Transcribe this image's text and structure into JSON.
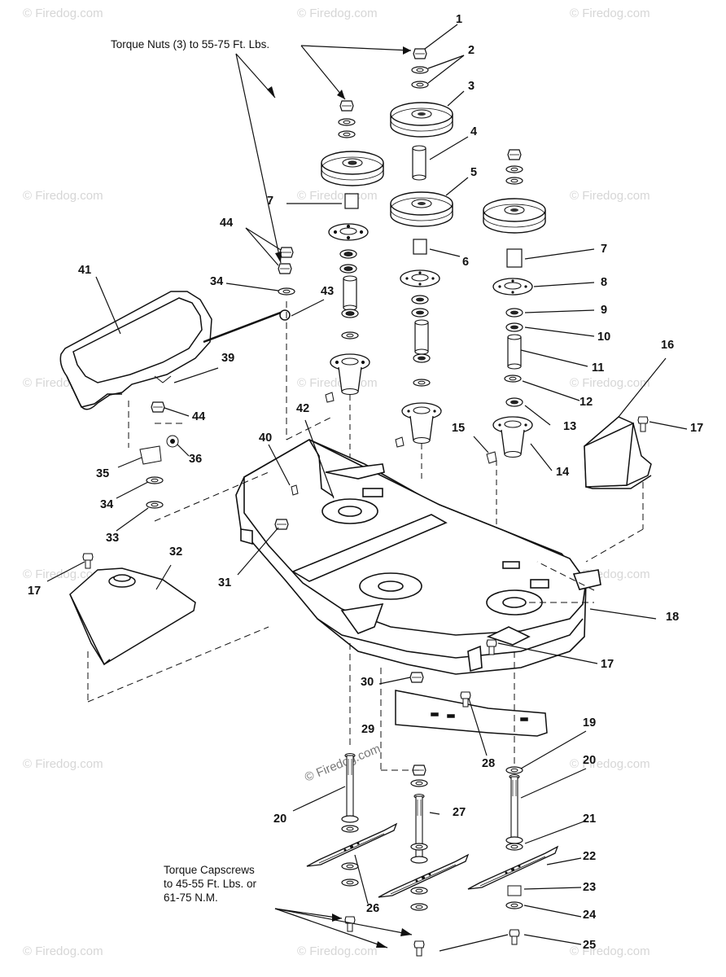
{
  "watermark": "© Firedog.com",
  "notes": {
    "torque_nuts": "Torque Nuts (3) to 55-75 Ft. Lbs.",
    "torque_capscrews": [
      "Torque Capscrews",
      "to 45-55 Ft. Lbs. or",
      "61-75 N.M."
    ]
  },
  "callouts": {
    "c1": "1",
    "c2": "2",
    "c3": "3",
    "c4": "4",
    "c5": "5",
    "c6": "6",
    "c7a": "7",
    "c7b": "7",
    "c8": "8",
    "c9": "9",
    "c10": "10",
    "c11": "11",
    "c12": "12",
    "c13": "13",
    "c14": "14",
    "c15": "15",
    "c16": "16",
    "c17a": "17",
    "c17b": "17",
    "c17c": "17",
    "c18": "18",
    "c19": "19",
    "c20a": "20",
    "c20b": "20",
    "c21": "21",
    "c22": "22",
    "c23": "23",
    "c24": "24",
    "c25": "25",
    "c26": "26",
    "c27": "27",
    "c28": "28",
    "c29": "29",
    "c30": "30",
    "c31": "31",
    "c32": "32",
    "c33": "33",
    "c34a": "34",
    "c34b": "34",
    "c35": "35",
    "c36": "36",
    "c39": "39",
    "c40": "40",
    "c41": "41",
    "c42": "42",
    "c43": "43",
    "c44a": "44",
    "c44b": "44"
  }
}
